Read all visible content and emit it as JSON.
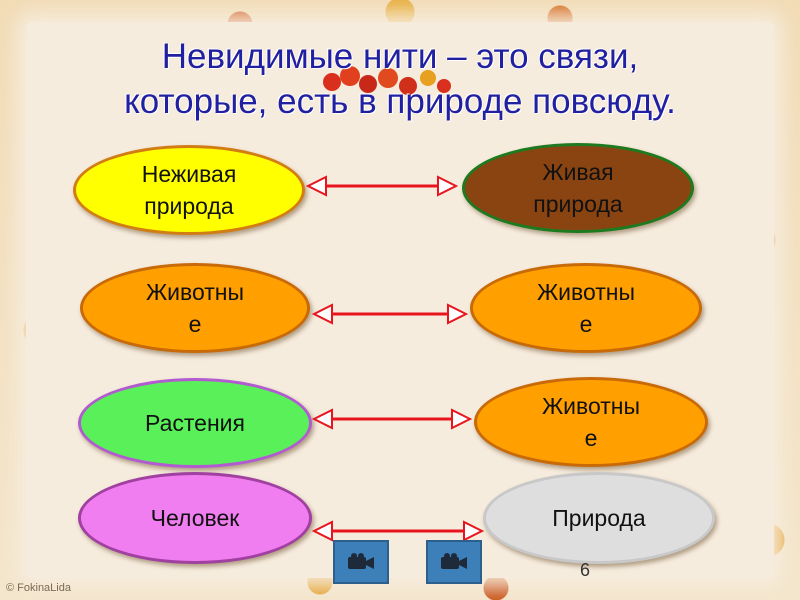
{
  "title_lines": [
    "Невидимые нити – это связи,",
    "которые, есть в природе повсюду."
  ],
  "pairs": [
    {
      "left": {
        "label_lines": [
          "Неживая",
          "природа"
        ],
        "fill": "#ffff00",
        "border": "#d27d14"
      },
      "right": {
        "label_lines": [
          "Живая",
          "природа"
        ],
        "fill": "#8a4412",
        "border": "#1e7a1e"
      }
    },
    {
      "left": {
        "label_lines": [
          "Животны",
          "е"
        ],
        "fill": "#ffa000",
        "border": "#c86a08"
      },
      "right": {
        "label_lines": [
          "Животны",
          "е"
        ],
        "fill": "#ffa000",
        "border": "#c86a08"
      }
    },
    {
      "left": {
        "label_lines": [
          "Растения"
        ],
        "fill": "#5af05a",
        "border": "#b25ad0"
      },
      "right": {
        "label_lines": [
          "Животны",
          "е"
        ],
        "fill": "#ffa000",
        "border": "#c86a08"
      }
    },
    {
      "left": {
        "label_lines": [
          "Человек"
        ],
        "fill": "#f07ef0",
        "border": "#a040a0"
      },
      "right": {
        "label_lines": [
          "Природа"
        ],
        "fill": "#dedede",
        "border": "#c8c8c8"
      }
    }
  ],
  "page_number": "6",
  "credit": "© FokinaLida",
  "colors": {
    "title": "#2020a0",
    "arrow": "#e8141e",
    "nav_button": "#3d7fb8"
  },
  "icons": {
    "nav": "camera-icon"
  }
}
